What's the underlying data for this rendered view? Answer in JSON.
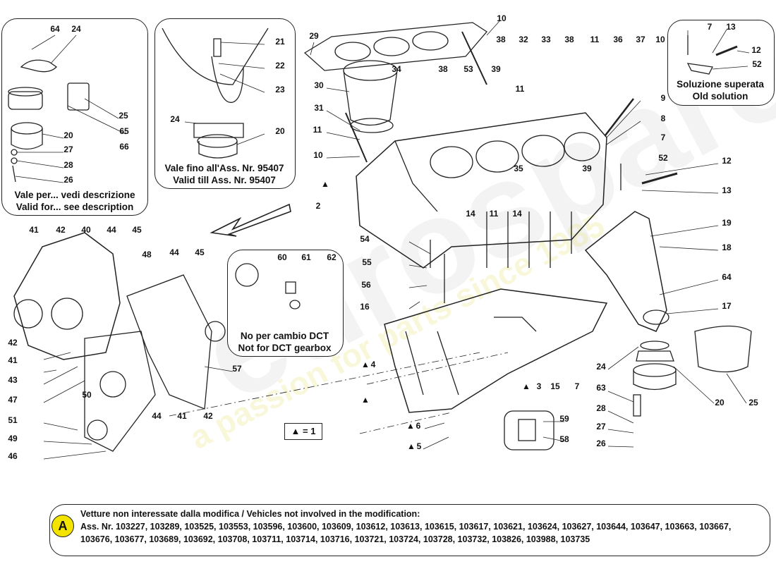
{
  "watermark": {
    "brand": "eurospares",
    "slogan": "a passion for parts since 1985"
  },
  "insets": {
    "mounts_left": {
      "line1": "Vale per... vedi descrizione",
      "line2": "Valid for... see description"
    },
    "mounts_top": {
      "line1": "Vale fino all'Ass. Nr. 95407",
      "line2": "Valid till Ass. Nr. 95407"
    },
    "old_solution": {
      "line1": "Soluzione superata",
      "line2": "Old solution"
    },
    "dct": {
      "line1": "No per cambio DCT",
      "line2": "Not for DCT gearbox"
    }
  },
  "legend": {
    "symbol": "▲",
    "text": "▲ = 1"
  },
  "footnote": {
    "badge": "A",
    "title": "Vetture non interessate dalla modifica / Vehicles not involved in the modification:",
    "list": "Ass. Nr. 103227, 103289, 103525, 103553, 103596, 103600, 103609, 103612, 103613, 103615, 103617, 103621, 103624, 103627, 103644, 103647, 103663, 103667, 103676, 103677, 103689, 103692, 103708, 103711, 103714, 103716, 103721, 103724, 103728, 103732, 103826, 103988, 103735"
  },
  "part_numbers": [
    "64",
    "24",
    "25",
    "65",
    "66",
    "20",
    "27",
    "28",
    "26",
    "21",
    "22",
    "23",
    "24",
    "20",
    "7",
    "13",
    "12",
    "52",
    "29",
    "30",
    "31",
    "11",
    "10",
    "10",
    "38",
    "32",
    "33",
    "38",
    "11",
    "36",
    "37",
    "10",
    "34",
    "38",
    "53",
    "39",
    "11",
    "9",
    "8",
    "7",
    "52",
    "12",
    "13",
    "35",
    "39",
    "14",
    "11",
    "14",
    "2",
    "41",
    "42",
    "40",
    "44",
    "45",
    "48",
    "44",
    "45",
    "42",
    "41",
    "43",
    "47",
    "50",
    "51",
    "49",
    "46",
    "44",
    "41",
    "42",
    "57",
    "60",
    "61",
    "62",
    "54",
    "55",
    "56",
    "16",
    "4",
    "3",
    "15",
    "7",
    "6",
    "5",
    "59",
    "58",
    "19",
    "18",
    "64",
    "17",
    "24",
    "25",
    "20",
    "63",
    "28",
    "27",
    "26"
  ]
}
